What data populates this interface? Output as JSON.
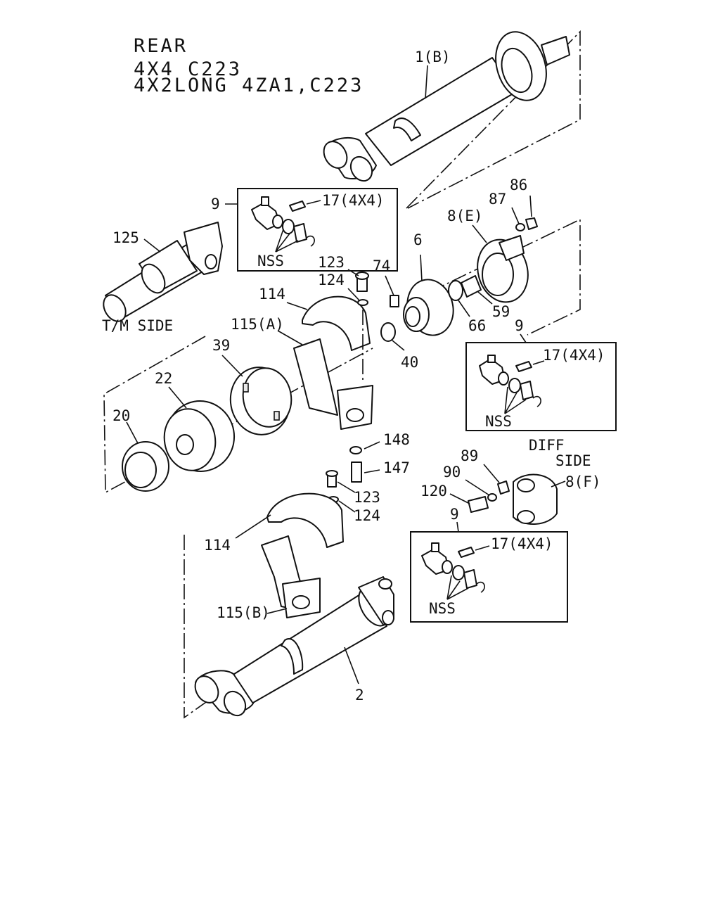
{
  "header": {
    "line1": "REAR",
    "line2": "4X4 C223",
    "line3": "4X2LONG 4ZA1,C223"
  },
  "side_labels": {
    "tm_side": "T/M SIDE",
    "diff_1": "DIFF",
    "diff_2": "SIDE"
  },
  "callouts": {
    "p1b": "1(B)",
    "p9_top": "9",
    "p17_top": "17(4X4)",
    "nss_top": "NSS",
    "p125": "125",
    "p123_top": "123",
    "p124_top": "124",
    "p114_top": "114",
    "p115a": "115(A)",
    "p74": "74",
    "p6": "6",
    "p8e": "8(E)",
    "p87": "87",
    "p86": "86",
    "p59": "59",
    "p66": "66",
    "p40": "40",
    "p9_mid": "9",
    "p17_mid": "17(4X4)",
    "nss_mid": "NSS",
    "p39": "39",
    "p22": "22",
    "p20": "20",
    "p148": "148",
    "p147": "147",
    "p123_low": "123",
    "p124_low": "124",
    "p114_low": "114",
    "p115b": "115(B)",
    "p89": "89",
    "p90": "90",
    "p120": "120",
    "p8f": "8(F)",
    "p9_low": "9",
    "p17_low": "17(4X4)",
    "nss_low": "NSS",
    "p2": "2"
  }
}
